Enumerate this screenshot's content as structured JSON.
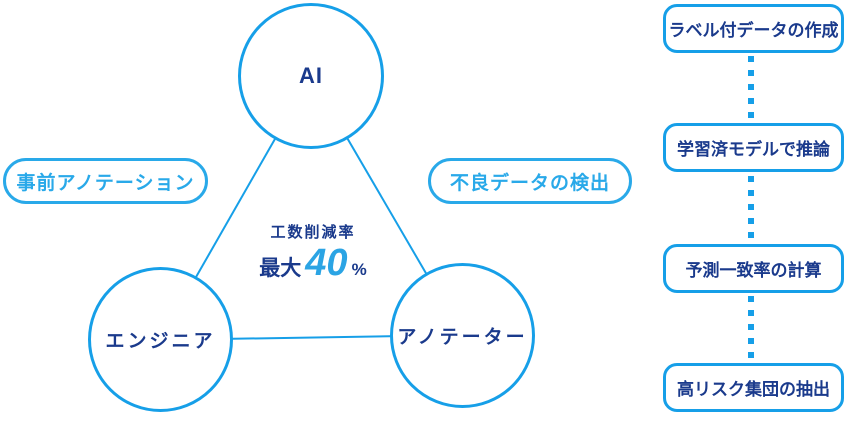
{
  "diagram": {
    "nodes": [
      {
        "id": "ai",
        "label": "AI"
      },
      {
        "id": "engineer",
        "label": "エンジニア"
      },
      {
        "id": "annotator",
        "label": "アノテーター"
      }
    ],
    "edge_labels": [
      {
        "id": "pre-annotation",
        "label": "事前アノテーション"
      },
      {
        "id": "bad-data-detection",
        "label": "不良データの検出"
      }
    ],
    "center_stat": {
      "title": "工数削減率",
      "prefix": "最大",
      "value": "40",
      "unit": "%"
    }
  },
  "flow": {
    "steps": [
      {
        "label": "ラベル付データの作成"
      },
      {
        "label": "学習済モデルで推論"
      },
      {
        "label": "予測一致率の計算"
      },
      {
        "label": "高リスク集団の抽出"
      }
    ]
  },
  "colors": {
    "accent_blue": "#169fe8",
    "pill_blue": "#29a9e9",
    "navy_text": "#1a3a8c",
    "value_blue": "#2ba4e4",
    "background": "#ffffff"
  }
}
